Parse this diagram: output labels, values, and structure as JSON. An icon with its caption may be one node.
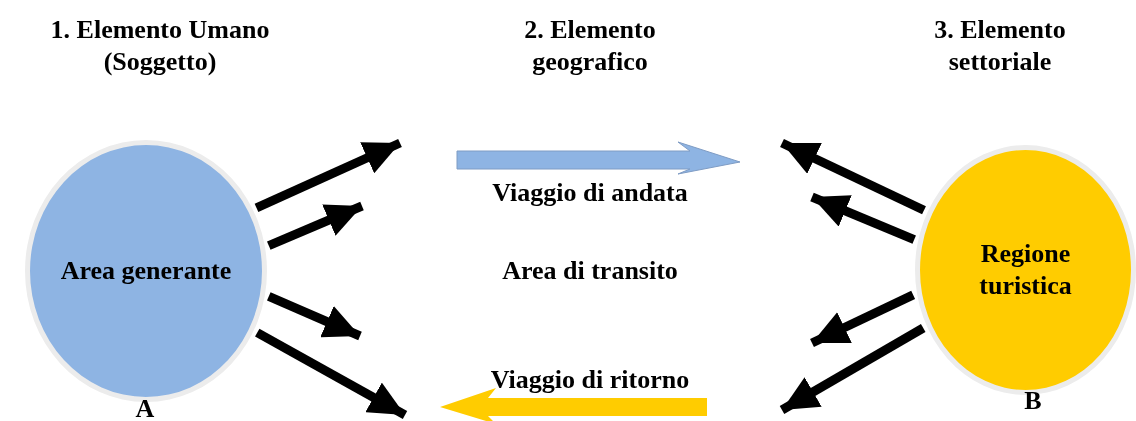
{
  "diagram": {
    "nodes": [
      {
        "text": [
          "Area generante"
        ],
        "beside": [
          "A"
        ]
      },
      {
        "text": [
          "Regione turistica"
        ],
        "beside": [
          "B"
        ]
      }
    ],
    "edges": [
      {
        "from": 0,
        "to": null,
        "arrow": "to"
      },
      {
        "from": 0,
        "to": null,
        "arrow": "to"
      },
      {
        "from": 0,
        "to": null,
        "arrow": "to"
      },
      {
        "from": 0,
        "to": null,
        "arrow": "to"
      },
      {
        "from": 1,
        "to": null,
        "arrow": "to"
      },
      {
        "from": 1,
        "to": null,
        "arrow": "to"
      },
      {
        "from": 1,
        "to": null,
        "arrow": "to"
      },
      {
        "from": 1,
        "to": null,
        "arrow": "to"
      }
    ],
    "labels": [
      "1. Elemento Umano (Soggetto)",
      "2. Elemento geografico",
      "3. Elemento settoriale",
      "Viaggio di andata",
      "Area di transito",
      "Viaggio di ritorno"
    ]
  }
}
